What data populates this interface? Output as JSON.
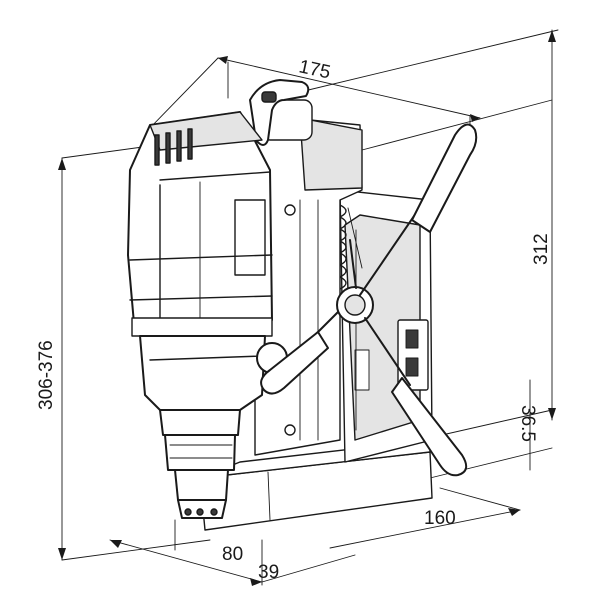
{
  "dimensions": {
    "width_top": "175",
    "height_left": "306-376",
    "height_right": "312",
    "base_height": "36.5",
    "base_depth": "160",
    "bottom_a": "80",
    "bottom_b": "39"
  }
}
